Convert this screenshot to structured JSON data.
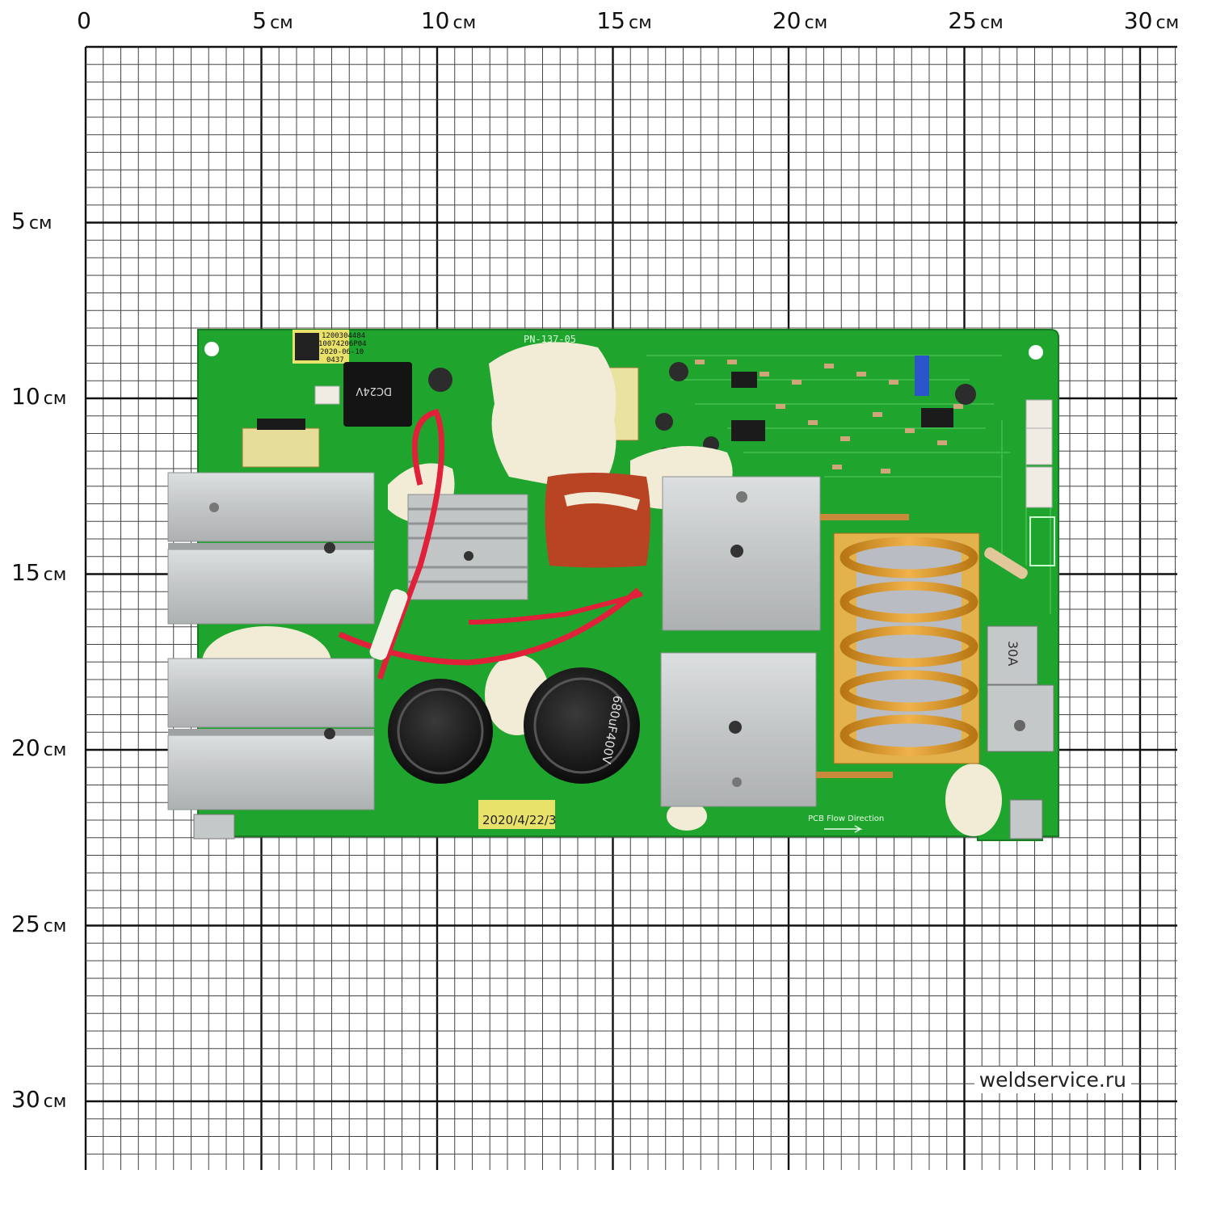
{
  "ruler": {
    "x_major": [
      {
        "value": "0",
        "unit": ""
      },
      {
        "value": "5",
        "unit": "см"
      },
      {
        "value": "10",
        "unit": "см"
      },
      {
        "value": "15",
        "unit": "см"
      },
      {
        "value": "20",
        "unit": "см"
      },
      {
        "value": "25",
        "unit": "см"
      },
      {
        "value": "30",
        "unit": "см"
      }
    ],
    "y_major": [
      {
        "value": "5",
        "unit": "см"
      },
      {
        "value": "10",
        "unit": "см"
      },
      {
        "value": "15",
        "unit": "см"
      },
      {
        "value": "20",
        "unit": "см"
      },
      {
        "value": "25",
        "unit": "см"
      },
      {
        "value": "30",
        "unit": "см"
      }
    ]
  },
  "board": {
    "label_codes": [
      "1200304484",
      "10074206P04",
      "2020-06-10",
      "0437"
    ],
    "model": "PN-137-05",
    "relay": "DC24V",
    "capacitor_rating": "680uF400V",
    "flow_text": "PCB Flow Direction",
    "date_sticker": "2020/4/22/3",
    "fuse_label": "30A",
    "colors": {
      "pcb": "#1fa52e",
      "heatsink": "#c9cccd",
      "coil": "#d9962a",
      "wire": "#e0213a"
    }
  },
  "watermark": "weldservice.ru"
}
